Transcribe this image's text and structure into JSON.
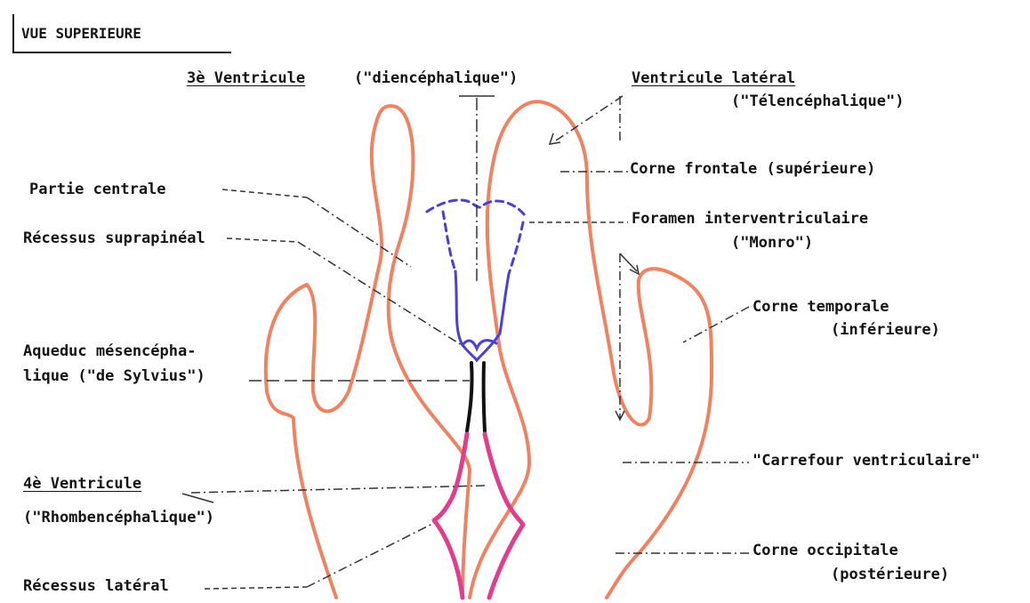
{
  "title": "VUE   SUPERIEURE",
  "labels": {
    "ventricle3": "3è Ventricule",
    "ventricle3_sub": "(\"diencéphalique\")",
    "lateral": "Ventricule latéral",
    "lateral_sub": "(\"Télencéphalique\")",
    "frontal_horn": "Corne frontale (supérieure)",
    "central_part": "Partie centrale",
    "foramen": "Foramen interventriculaire",
    "foramen_sub": "(\"Monro\")",
    "suprapineal": "Récessus suprapinéal",
    "temporal_horn": "Corne temporale",
    "temporal_horn_sub": "(inférieure)",
    "aqueduct": "Aqueduc mésencépha-",
    "aqueduct_sub": "lique (\"de Sylvius\")",
    "carrefour": "\"Carrefour ventriculaire\"",
    "ventricle4": "4è Ventricule",
    "ventricle4_sub": "(\"Rhombencéphalique\")",
    "occipital_horn": "Corne occipitale",
    "occipital_horn_sub": "(postérieure)",
    "lateral_recess": "Récessus latéral"
  },
  "colors": {
    "lateral_ventricle": "#f08262",
    "third_ventricle": "#4a3fd6",
    "aqueduct": "#111111",
    "fourth_ventricle": "#e23c8c",
    "leader": "#333333",
    "text": "#141414"
  }
}
